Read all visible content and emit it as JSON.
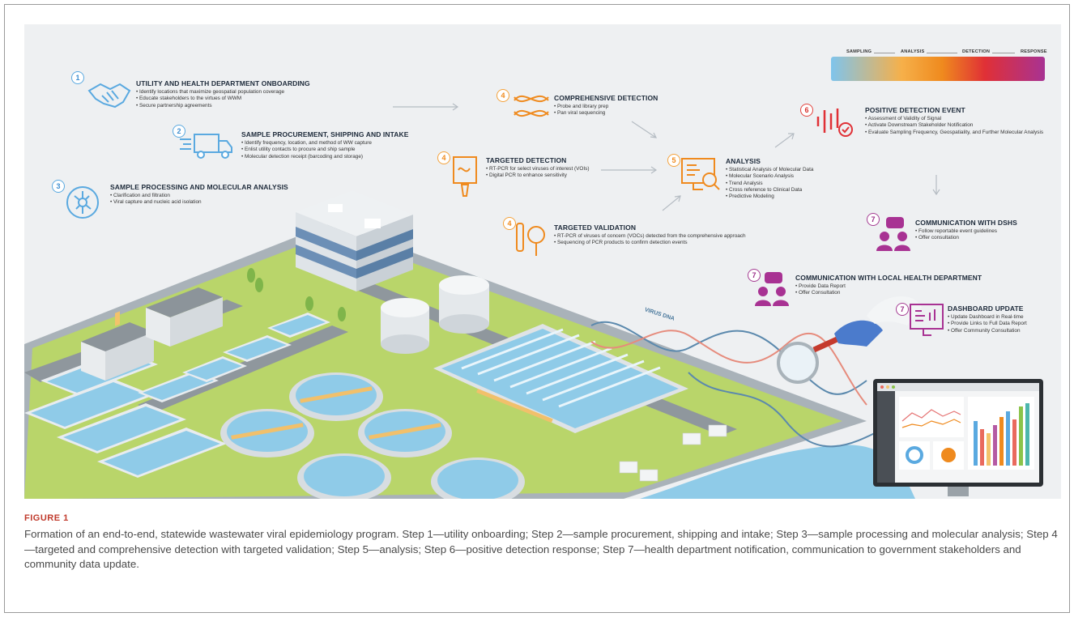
{
  "legend": {
    "stages": [
      "SAMPLING",
      "ANALYSIS",
      "DETECTION",
      "RESPONSE"
    ]
  },
  "steps": [
    {
      "number": "1",
      "title": "UTILITY AND HEALTH DEPARTMENT ONBOARDING",
      "bullets": [
        "Identify locations that maximize geospatial population coverage",
        "Educate stakeholders to the virtues of WWM",
        "Secure partnership agreements"
      ]
    },
    {
      "number": "2",
      "title": "SAMPLE PROCUREMENT, SHIPPING AND INTAKE",
      "bullets": [
        "Identify frequency, location, and method of WW capture",
        "Enlist utility contacts to procure and ship sample",
        "Molecular detection receipt (barcoding and storage)"
      ]
    },
    {
      "number": "3",
      "title": "SAMPLE PROCESSING AND MOLECULAR ANALYSIS",
      "bullets": [
        "Clarification and filtration",
        "Viral capture and nucleic acid isolation"
      ]
    },
    {
      "number": "4",
      "title": "COMPREHENSIVE DETECTION",
      "bullets": [
        "Probe and library prep",
        "Pan viral sequencing"
      ]
    },
    {
      "number": "4",
      "title": "TARGETED DETECTION",
      "bullets": [
        "RT-PCR for select viruses of interest (VOIs)",
        "Digital PCR to enhance sensitivity"
      ]
    },
    {
      "number": "4",
      "title": "TARGETED VALIDATION",
      "bullets": [
        "RT-PCR of viruses of concern (VOCs) detected from the comprehensive approach",
        "Sequencing of PCR products to confirm detection events"
      ]
    },
    {
      "number": "5",
      "title": "ANALYSIS",
      "bullets": [
        "Statistical Analysis of Molecular Data",
        "Molecular Scenario Analysis",
        "Trend Analysis",
        "Cross reference to Clinical Data",
        "Predictive Modeling"
      ]
    },
    {
      "number": "6",
      "title": "POSITIVE DETECTION EVENT",
      "bullets": [
        "Assessment of Validity of Signal",
        "Activate Downstream Stakeholder Notification",
        "Evaluate Sampling Frequency, Geospatiality, and Further Molecular Analysis"
      ]
    },
    {
      "number": "7",
      "title": "COMMUNICATION WITH DSHS",
      "bullets": [
        "Follow reportable event guidelines",
        "Offer consultation"
      ]
    },
    {
      "number": "7",
      "title": "COMMUNICATION WITH LOCAL HEALTH DEPARTMENT",
      "bullets": [
        "Provide Data Report",
        "Offer Consultation"
      ]
    },
    {
      "number": "7",
      "title": "DASHBOARD UPDATE",
      "bullets": [
        "Update Dashboard in Real-time",
        "Provide Links to Full Data Report",
        "Offer Community Consultation"
      ]
    }
  ],
  "dna_label": "VIRUS DNA",
  "caption": {
    "label": "FIGURE 1",
    "text": "Formation of an end-to-end, statewide wastewater viral epidemiology program. Step 1—utility onboarding; Step 2—sample procurement, shipping and intake; Step 3—sample processing and molecular analysis; Step 4—targeted and comprehensive detection with targeted validation; Step 5—analysis; Step 6—positive detection response; Step 7—health department notification, communication to government stakeholders and community data update."
  },
  "colors": {
    "sampling": "#5aa9e0",
    "analysis": "#ef8a1e",
    "detection": "#e03036",
    "response": "#a83293",
    "water": "#8fcbe8",
    "grass": "#b9d56a"
  }
}
